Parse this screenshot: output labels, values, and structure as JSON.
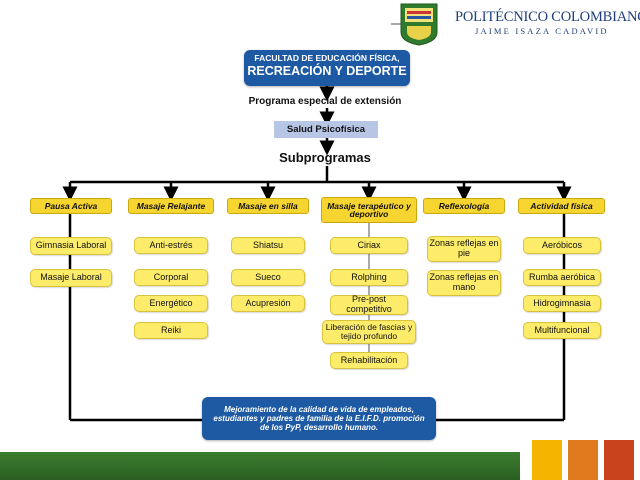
{
  "header": {
    "org_name": "POLITÉCNICO COLOMBIANO",
    "org_subname": "JAIME ISAZA CADAVID"
  },
  "top": {
    "faculty_line1": "FACULTAD DE EDUCACIÓN FÍSICA,",
    "faculty_line2": "RECREACIÓN Y DEPORTE",
    "program": "Programa especial de extensión",
    "salud": "Salud Psicofísica",
    "subprogramas": "Subprogramas"
  },
  "categories": [
    {
      "label": "Pausa Activa",
      "items": [
        "Gimnasia Laboral",
        "Masaje Laboral"
      ]
    },
    {
      "label": "Masaje Relajante",
      "items": [
        "Anti-estrés",
        "Corporal",
        "Energético",
        "Reiki"
      ]
    },
    {
      "label": "Masaje en silla",
      "items": [
        "Shiatsu",
        "Sueco",
        "Acupresión"
      ]
    },
    {
      "label": "Masaje terapéutico y deportivo",
      "items": [
        "Ciriax",
        "Rolphing",
        "Pre-post competitivo",
        "Liberación de fascias y tejido profundo",
        "Rehabilitación"
      ]
    },
    {
      "label": "Reflexología",
      "items": [
        "Zonas reflejas en pie",
        "Zonas reflejas en mano"
      ]
    },
    {
      "label": "Actividad física",
      "items": [
        "Aeróbicos",
        "Rumba aeróbica",
        "Hidrogimnasia",
        "Multifuncional"
      ]
    }
  ],
  "goal": "Mejoramiento de la calidad de vida de empleados, estudiantes y padres de familia de la E.I.F.D. promoción de los PyP, desarrollo humano.",
  "colors": {
    "blue_box": "#1e5aa3",
    "category_yellow": "#f7d531",
    "item_yellow": "#fcec6a",
    "salud_box": "#b8c6e6",
    "ground_green": "#2f6a25",
    "square_yellow": "#f4b400",
    "square_orange": "#e07a1e",
    "square_red": "#c9431c"
  }
}
